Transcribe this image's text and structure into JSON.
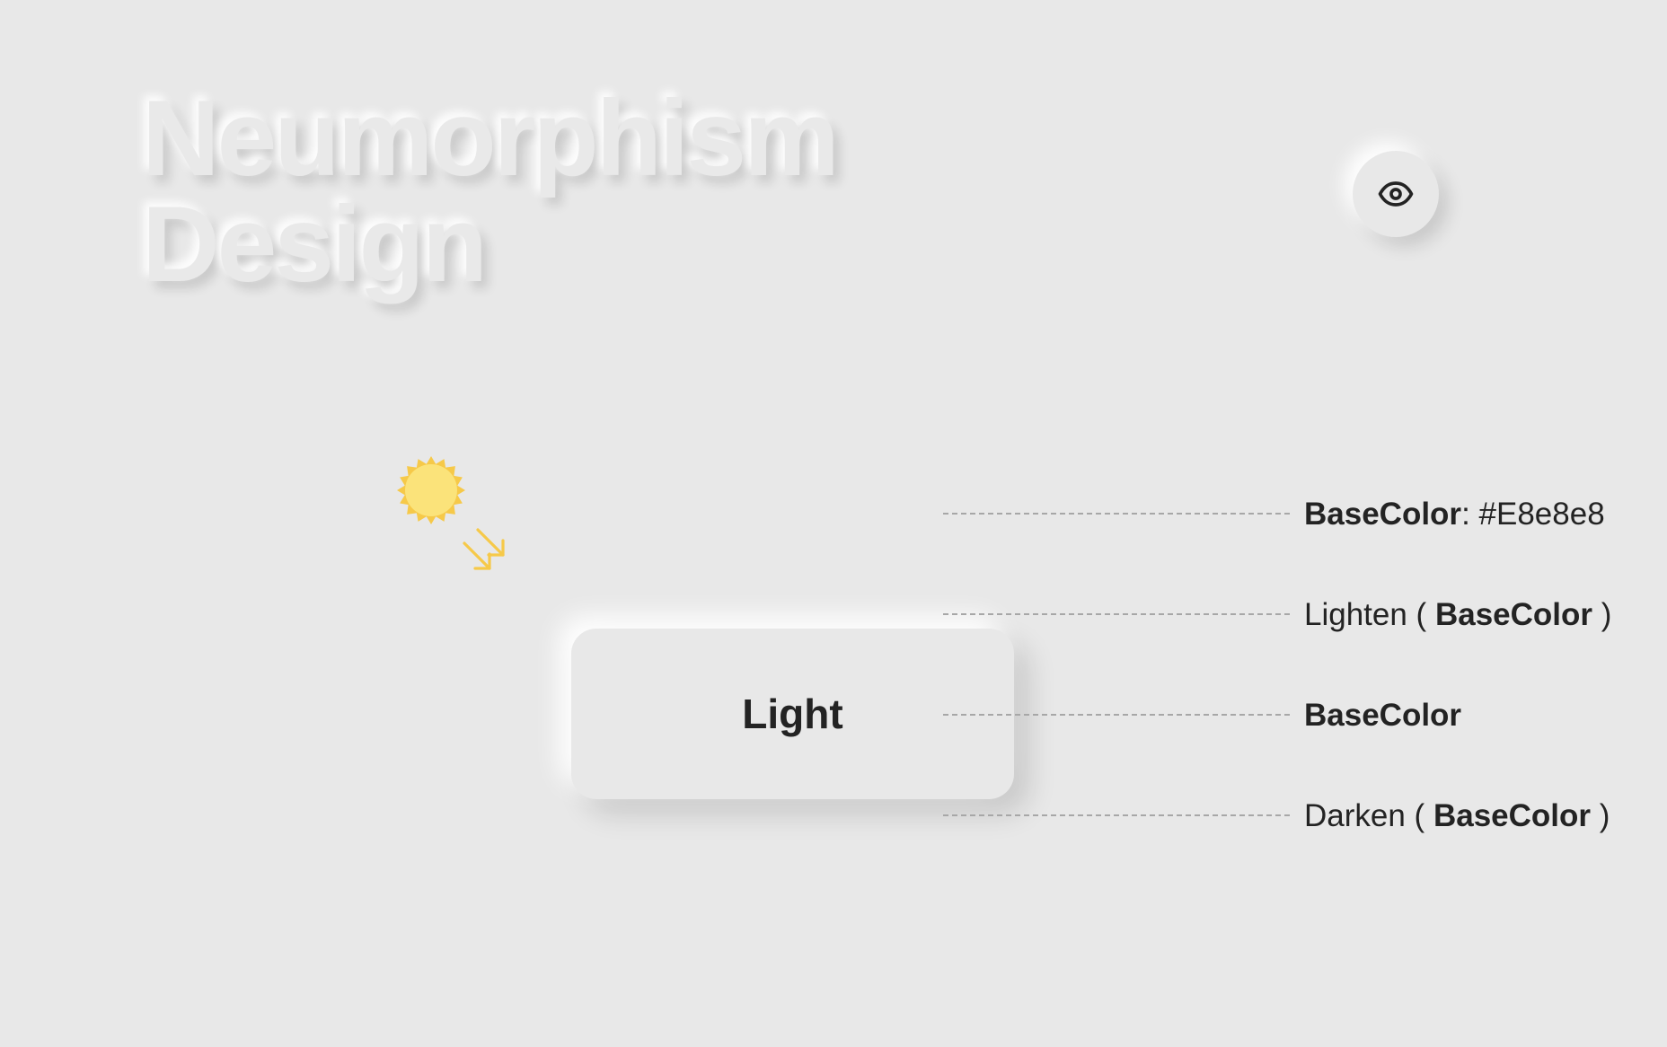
{
  "hero": {
    "title_line1": "Neumorphism",
    "title_line2": "Design"
  },
  "eye_button": {
    "icon": "eye-icon"
  },
  "light_source": {
    "icon": "sun-icon",
    "arrow_icon": "double-arrow-down-right-icon",
    "sun_color": "#fbe37a",
    "sun_ray_color": "#f6c949"
  },
  "light_card": {
    "label": "Light"
  },
  "annotations": {
    "base_color": {
      "name": "BaseColor",
      "separator": ":",
      "value": "#E8e8e8"
    },
    "lighten": {
      "prefix": "Lighten (",
      "name": "BaseColor",
      "suffix": ")"
    },
    "base": {
      "name": "BaseColor"
    },
    "darken": {
      "prefix": "Darken (",
      "name": "BaseColor",
      "suffix": ")"
    }
  },
  "colors": {
    "base": "#e8e8e8",
    "text": "#232323",
    "dashed_line": "#a7a7a7"
  }
}
